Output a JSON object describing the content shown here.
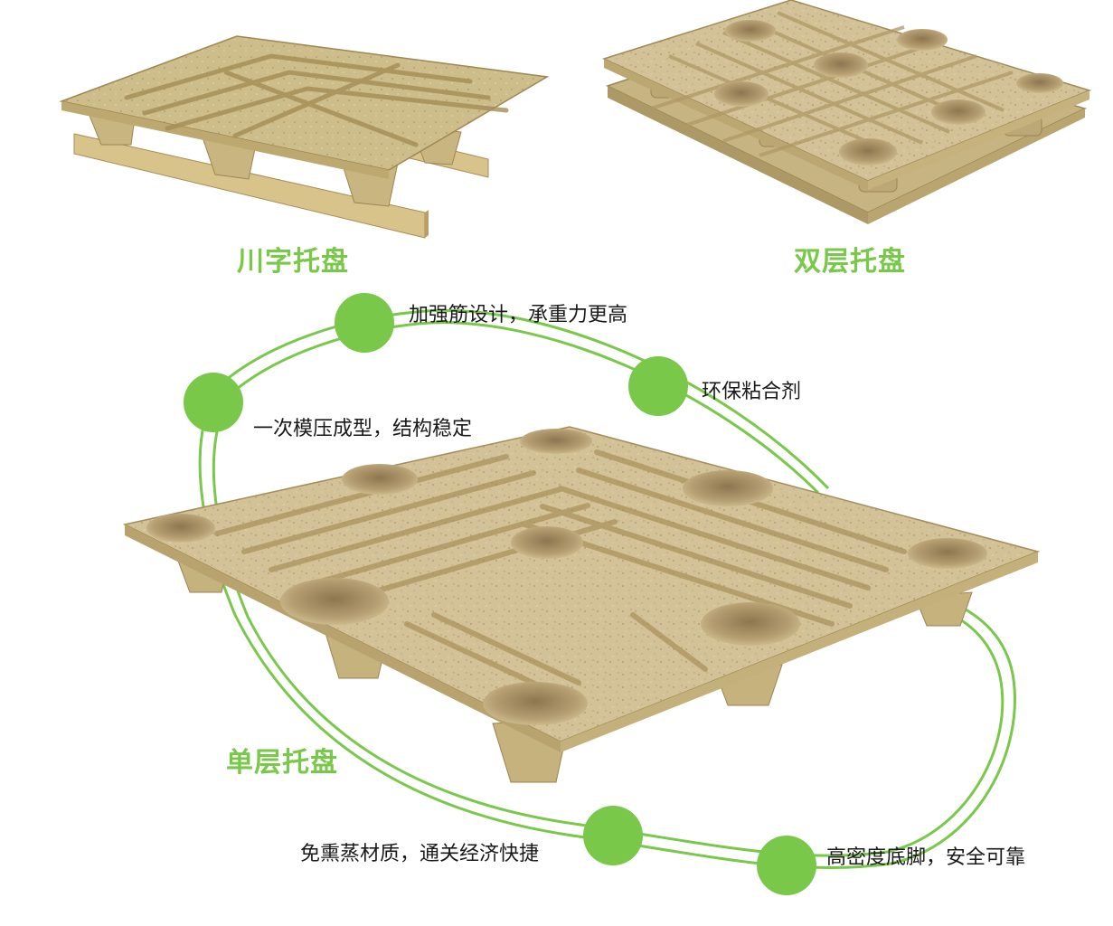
{
  "colors": {
    "accent": "#79c84a",
    "panel": "#d2c095",
    "panel_dark": "#b7a273",
    "text": "#1a1a1a"
  },
  "products": [
    {
      "title": "川字托盘"
    },
    {
      "title": "双层托盘"
    },
    {
      "title": "单层托盘"
    }
  ],
  "features": [
    {
      "text": "加强筋设计，承重力更高"
    },
    {
      "text": "环保粘合剂"
    },
    {
      "text": "一次模压成型，结构稳定"
    },
    {
      "text": "免熏蒸材质，通关经济快捷"
    },
    {
      "text": "高密度底脚，安全可靠"
    }
  ]
}
